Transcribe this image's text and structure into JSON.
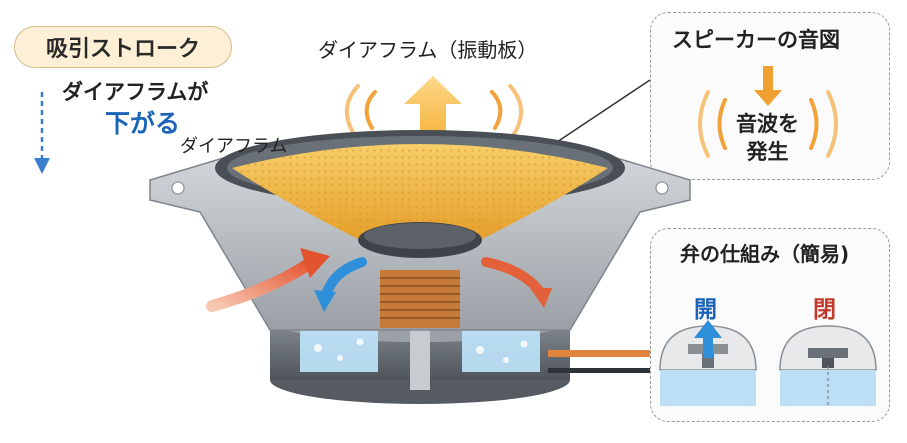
{
  "stroke_label": "吸引ストローク",
  "diaphragm_status": {
    "line1": "ダイアフラムが",
    "line2": "下がる"
  },
  "label_diaphragm": "ダイアフラム",
  "label_diaphragm_top": "ダイアフラム（振動板）",
  "speaker_box": {
    "title": "スピーカーの音図",
    "body_line1": "音波を",
    "body_line2": "発生"
  },
  "valve_box": {
    "title": "弁の仕組み（簡易)",
    "open_label": "開",
    "closed_label": "閉"
  },
  "colors": {
    "cone": "#f3b84a",
    "frame": "#b9bec4",
    "magnet": "#6f757c",
    "coil": "#c57a3a",
    "flow_in": "#e3603a",
    "flow_out": "#2f8fd8",
    "accent_blue": "#1a63b8",
    "accent_red": "#c23a2b",
    "water": "#bcdff5"
  }
}
